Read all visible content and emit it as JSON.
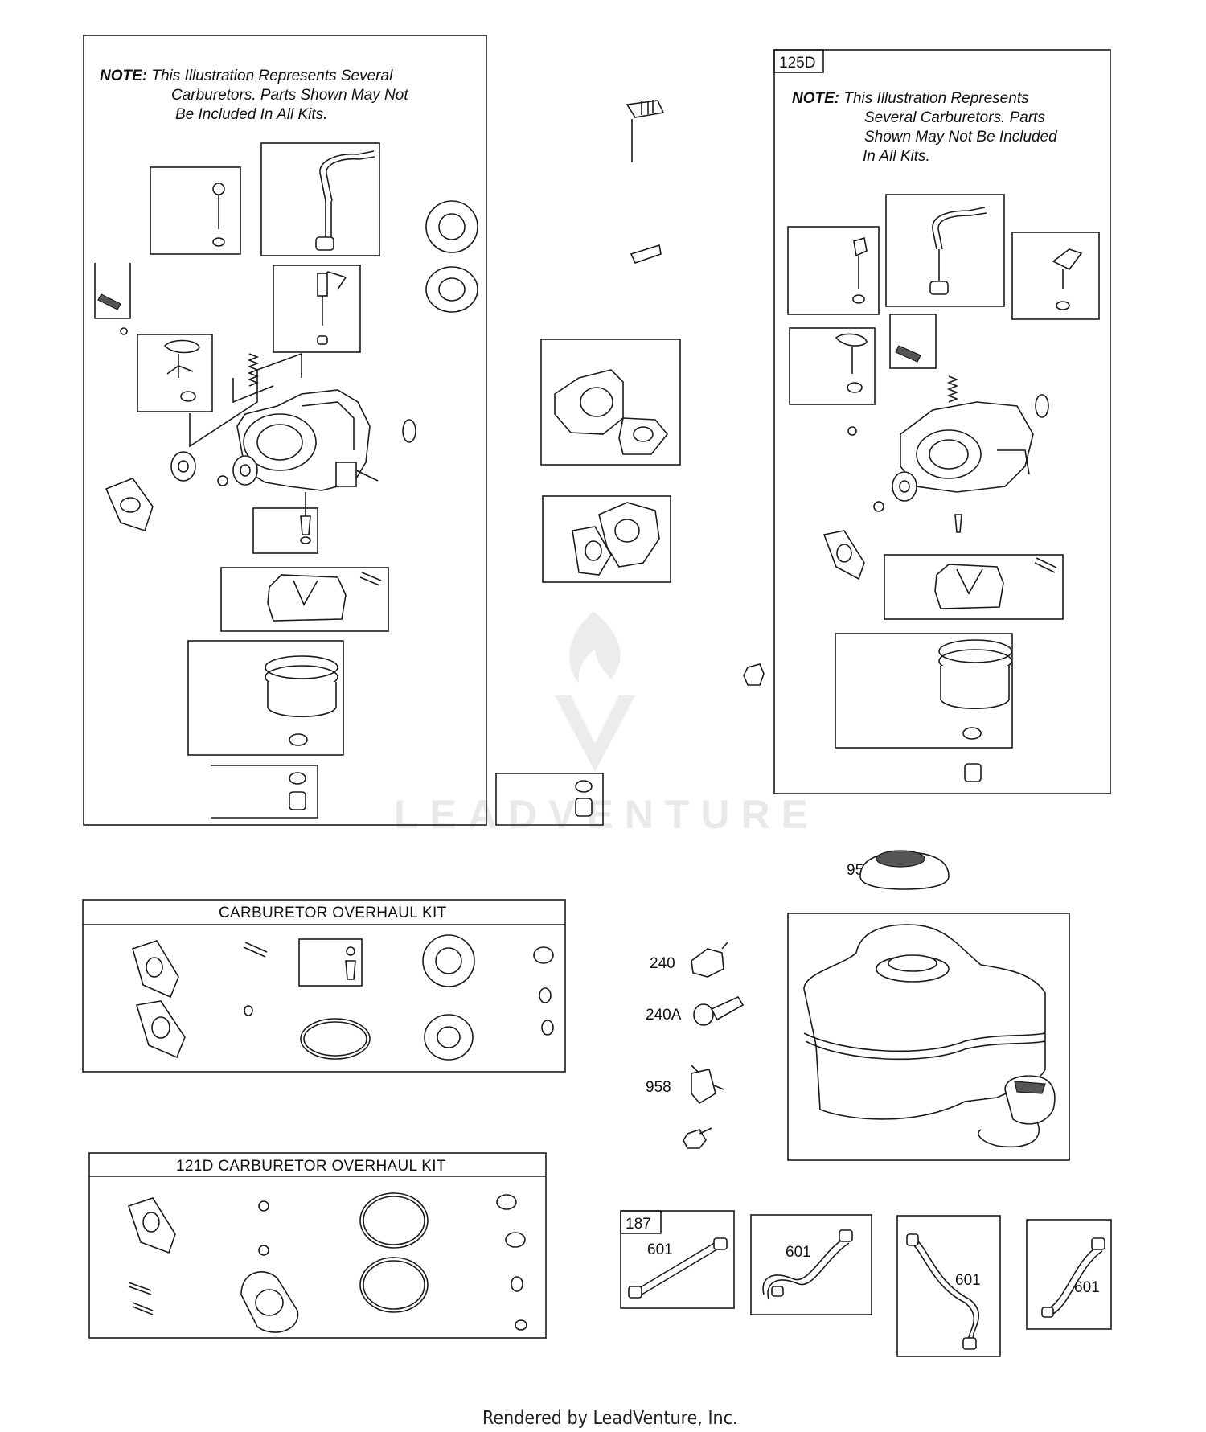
{
  "diagram": {
    "note_a": {
      "prefix": "NOTE:",
      "line1": " This Illustration Represents Several",
      "line2": "Carburetors. Parts Shown May Not",
      "line3": "Be Included In All Kits."
    },
    "note_b": {
      "prefix": "NOTE:",
      "line1": " This Illustration Represents",
      "line2": "Several Carburetors. Parts",
      "line3": "Shown May Not Be Included",
      "line4": "In All Kits."
    },
    "labels": {
      "box_125d": "125D",
      "fuel_cap": "957",
      "fitting_240": "240",
      "fitting_240a": "240A",
      "valve_958": "958",
      "hose_box_187": "187",
      "hose_601_a": "601",
      "hose_601_b": "601",
      "hose_601_c": "601",
      "hose_601_d": "601"
    },
    "kit_titles": {
      "overhaul_kit": "CARBURETOR OVERHAUL KIT",
      "overhaul_kit_121d": "121D CARBURETOR OVERHAUL KIT"
    },
    "watermark": "LEADVENTURE",
    "footer": "Rendered by LeadVenture, Inc."
  }
}
